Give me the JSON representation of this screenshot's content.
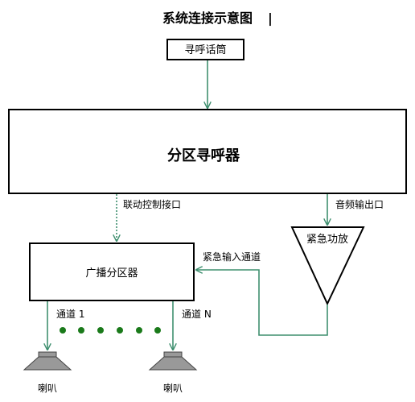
{
  "title": "系统连接示意图",
  "title_cursor": "|",
  "nodes": {
    "paging_mic": "寻呼话筒",
    "zone_pager": "分区寻呼器",
    "broadcast_zoner": "广播分区器",
    "emergency_amp": "紧急功放",
    "speaker_1": "喇叭",
    "speaker_n": "喇叭"
  },
  "edges": {
    "linkage_interface": "联动控制接口",
    "audio_output": "音频输出口",
    "emergency_input": "紧急输入通道",
    "channel_1": "通道 1",
    "channel_n": "通道 N"
  },
  "colors": {
    "connector": "#3f8f6f",
    "dots": "#1a7a1a",
    "speaker": "#999999"
  }
}
